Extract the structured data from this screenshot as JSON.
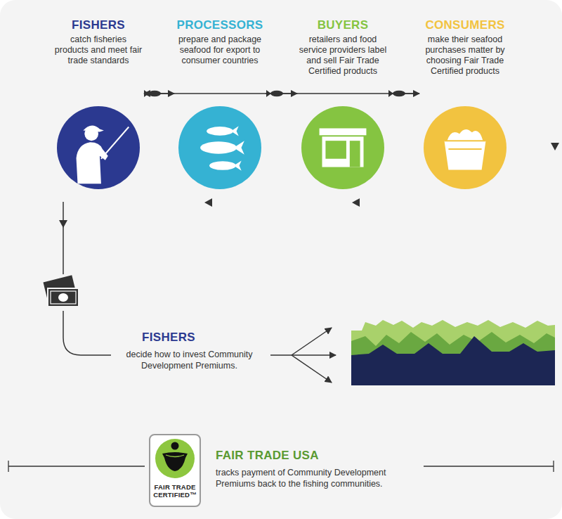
{
  "diagram": {
    "nodes": [
      {
        "text": [
          "FISHERS",
          "catch fisheries products and meet fair trade standards"
        ]
      },
      {
        "text": [
          "PROCESSORS",
          "prepare and package seafood for export to consumer countries"
        ]
      },
      {
        "text": [
          "BUYERS",
          "retailers and food service providers label and sell Fair Trade Certified products"
        ]
      },
      {
        "text": [
          "CONSUMERS",
          "make their seafood purchases matter by choosing Fair Trade Certified products"
        ]
      }
    ],
    "edges": [
      {
        "from": 0,
        "to": 1,
        "arrow": "to"
      },
      {
        "from": 1,
        "to": 2,
        "arrow": "to"
      },
      {
        "from": 2,
        "to": 3,
        "arrow": "to"
      },
      {
        "from": 3,
        "to": 0,
        "arrow": "to"
      }
    ],
    "labels": [
      "FISHERS",
      "decide how to invest Community Development Premiums.",
      "FAIR TRADE USA",
      "tracks payment of Community Development Premiums back to the fishing communities.",
      "FAIR TRADE CERTIFIED™"
    ]
  }
}
